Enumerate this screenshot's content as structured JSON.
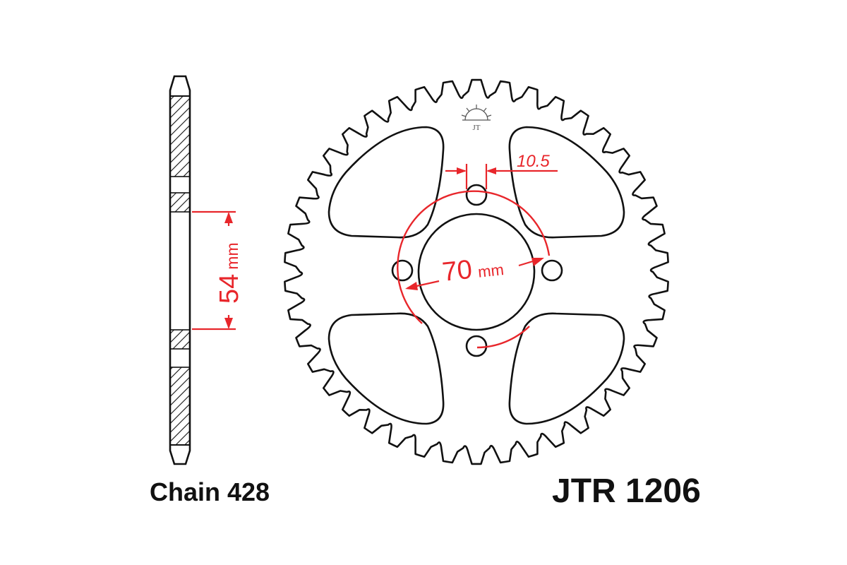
{
  "labels": {
    "hub_spacing": "54",
    "hub_spacing_unit": "mm",
    "pitch_circle": "70",
    "pitch_circle_unit": "mm",
    "bolt_hole": "10.5",
    "chain": "Chain 428",
    "part_number": "JTR 1206",
    "logo_text": "JT"
  },
  "sprocket": {
    "teeth": 42,
    "bolt_holes": 4,
    "lightening_holes": 4
  },
  "colors": {
    "outline": "#111111",
    "dimension": "#e8262b",
    "hatch": "#111111",
    "background": "#ffffff"
  },
  "icons": {
    "logo": "jt-sprocket-logo-icon"
  }
}
